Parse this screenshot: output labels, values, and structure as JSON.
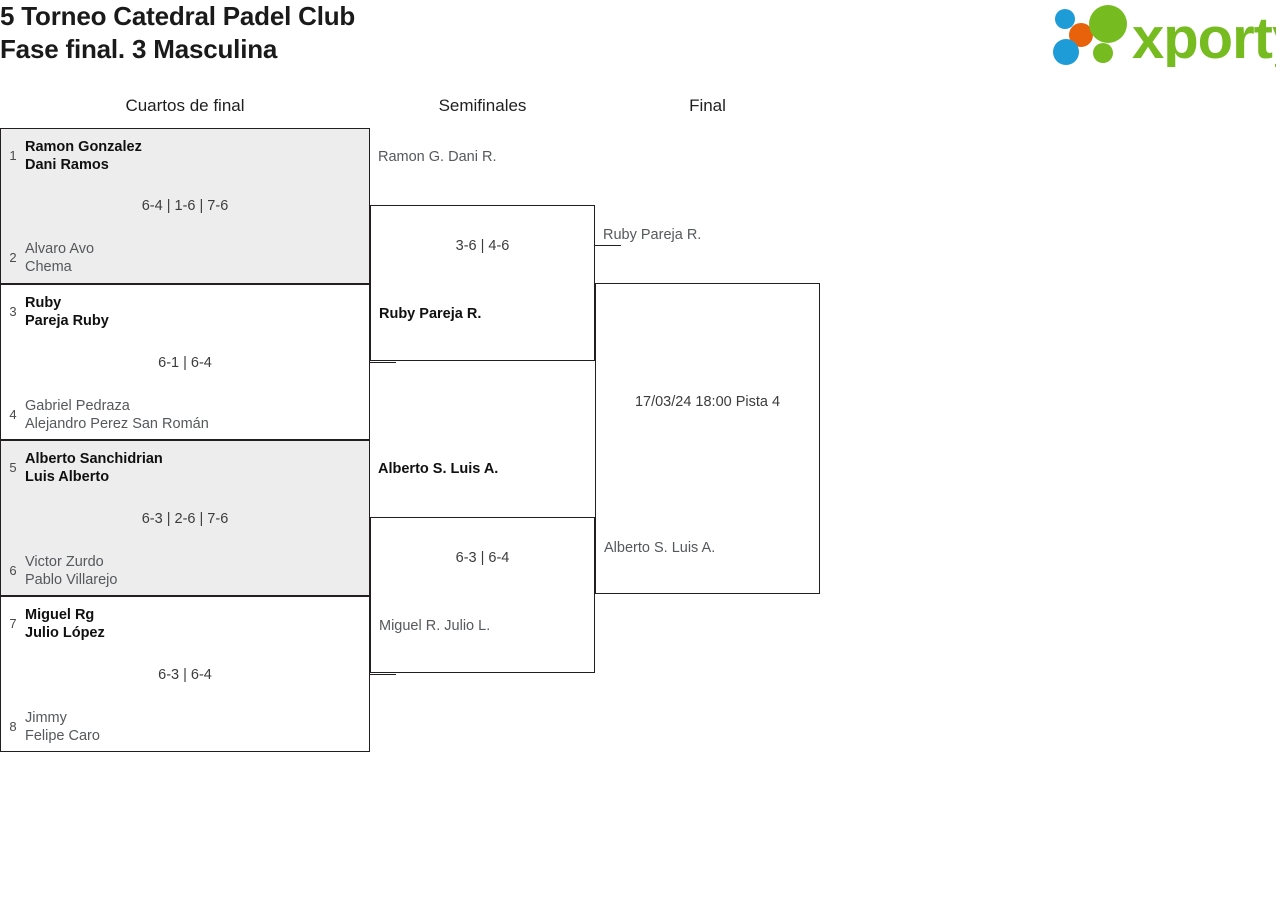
{
  "header": {
    "title_line1": "5 Torneo Catedral Padel Club",
    "title_line2": "Fase final. 3 Masculina",
    "logo_text": "xporty"
  },
  "rounds": [
    {
      "label": "Cuartos de final"
    },
    {
      "label": "Semifinales"
    },
    {
      "label": "Final"
    }
  ],
  "quarterfinals": [
    {
      "top": {
        "seed": "1",
        "player1": "Ramon Gonzalez",
        "player2": "Dani Ramos",
        "winner": true
      },
      "bottom": {
        "seed": "2",
        "player1": "Alvaro Avo",
        "player2": "Chema",
        "winner": false
      },
      "score": "6-4 | 1-6 | 7-6"
    },
    {
      "top": {
        "seed": "3",
        "player1": "Ruby",
        "player2": "Pareja Ruby",
        "winner": true
      },
      "bottom": {
        "seed": "4",
        "player1": "Gabriel Pedraza",
        "player2": "Alejandro Perez San Román",
        "winner": false
      },
      "score": "6-1 | 6-4"
    },
    {
      "top": {
        "seed": "5",
        "player1": "Alberto Sanchidrian",
        "player2": "Luis Alberto",
        "winner": true
      },
      "bottom": {
        "seed": "6",
        "player1": "Victor Zurdo",
        "player2": "Pablo Villarejo",
        "winner": false
      },
      "score": "6-3 | 2-6 | 7-6"
    },
    {
      "top": {
        "seed": "7",
        "player1": "Miguel Rg",
        "player2": "Julio López",
        "winner": true
      },
      "bottom": {
        "seed": "8",
        "player1": "Jimmy",
        "player2": "Felipe Caro",
        "winner": false
      },
      "score": "6-3 | 6-4"
    }
  ],
  "semifinals": [
    {
      "top": {
        "player1": "Ramon G.",
        "player2": "Dani R.",
        "winner": false
      },
      "bottom": {
        "player1": "Ruby",
        "player2": "Pareja R.",
        "winner": true
      },
      "score": "3-6 | 4-6"
    },
    {
      "top": {
        "player1": "Alberto S.",
        "player2": "Luis A.",
        "winner": true
      },
      "bottom": {
        "player1": "Miguel R.",
        "player2": "Julio L.",
        "winner": false
      },
      "score": "6-3 | 6-4"
    }
  ],
  "final": {
    "top": {
      "player1": "Ruby",
      "player2": "Pareja R.",
      "winner": false
    },
    "bottom": {
      "player1": "Alberto S.",
      "player2": "Luis A.",
      "winner": false
    },
    "score": "17/03/24 18:00 Pista 4"
  },
  "colors": {
    "logo_green": "#76bc21",
    "logo_blue": "#1e9cd7",
    "logo_orange": "#e8620c",
    "line": "#231f20",
    "shaded_row": "#ededed",
    "winner_text": "#101010",
    "loser_text": "#56585b"
  }
}
